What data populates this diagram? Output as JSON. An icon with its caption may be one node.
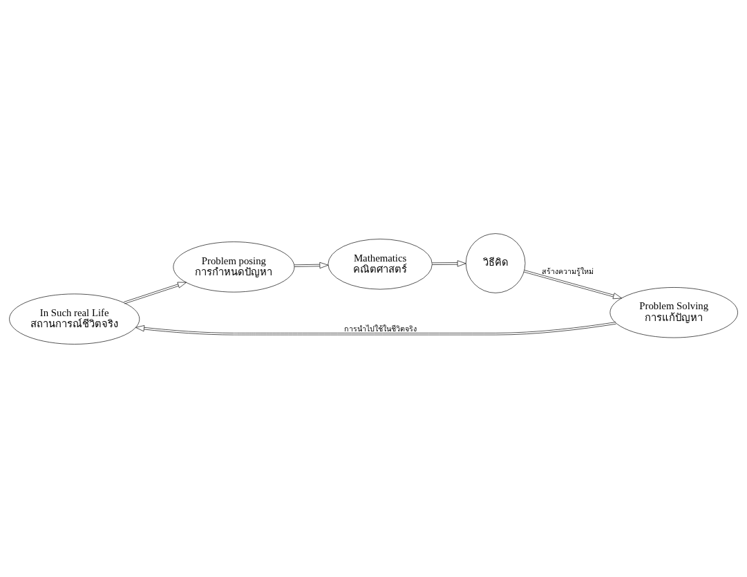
{
  "diagram": {
    "nodes": [
      {
        "text": [
          "In Such real Life",
          "สถานการณ์ชีวิตจริง"
        ]
      },
      {
        "text": [
          "Problem posing",
          "การกำหนดปัญหา"
        ]
      },
      {
        "text": [
          "Mathematics",
          "คณิตศาสตร์"
        ]
      },
      {
        "text": [
          "วิธีคิด"
        ]
      },
      {
        "text": [
          "Problem Solving",
          "การแก้ปัญหา"
        ]
      }
    ],
    "edges": [
      {
        "from": 0,
        "to": 1,
        "arrow": "to"
      },
      {
        "from": 1,
        "to": 2,
        "arrow": "to"
      },
      {
        "from": 2,
        "to": 3,
        "arrow": "to"
      },
      {
        "from": 3,
        "to": 4,
        "arrow": "to",
        "label": "สร้างความรู้ใหม่"
      },
      {
        "from": 4,
        "to": 0,
        "arrow": "to",
        "label": "การนำไปใช้ในชีวิตจริง"
      }
    ]
  }
}
